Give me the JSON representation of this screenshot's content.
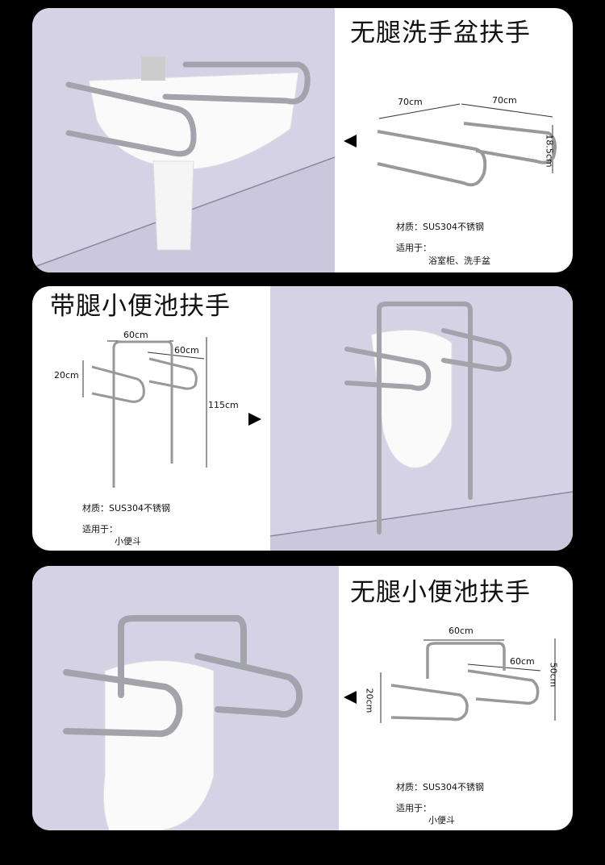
{
  "sections": [
    {
      "title": "无腿洗手盆扶手",
      "dims": [
        "70cm",
        "70cm",
        "18.5cm"
      ],
      "material": "材质：SUS304不锈钢",
      "usage_label": "适用于：",
      "usage": "浴室柜、洗手盆"
    },
    {
      "title": "带腿小便池扶手",
      "dims": [
        "60cm",
        "60cm",
        "20cm",
        "115cm"
      ],
      "material": "材质：SUS304不锈钢",
      "usage_label": "适用于：",
      "usage": "小便斗"
    },
    {
      "title": "无腿小便池扶手",
      "dims": [
        "60cm",
        "60cm",
        "20cm",
        "50cm"
      ],
      "material": "材质：SUS304不锈钢",
      "usage_label": "适用于：",
      "usage": "小便斗"
    }
  ],
  "colors": {
    "background": "#000000",
    "card": "#ffffff",
    "photo": "#d5d2e6",
    "steel": "#9a9aa2"
  }
}
